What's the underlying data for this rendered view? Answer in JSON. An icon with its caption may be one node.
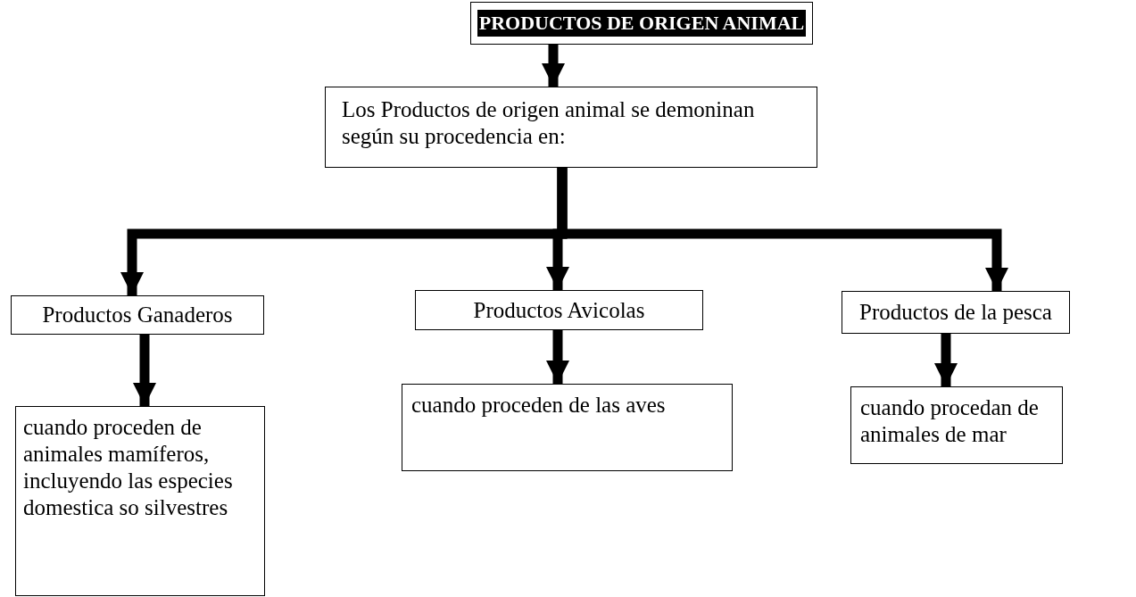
{
  "diagram": {
    "nodes": [
      {
        "text": [
          "PRODUCTOS DE ORIGEN ANIMAL"
        ]
      },
      {
        "text": [
          "Los Productos de origen animal se demoninan según su procedencia en:"
        ]
      },
      {
        "text": [
          "Productos Ganaderos"
        ]
      },
      {
        "text": [
          "Productos Avicolas"
        ]
      },
      {
        "text": [
          "Productos de la pesca"
        ]
      },
      {
        "text": [
          "cuando proceden de animales mamíferos, incluyendo las especies domestica so silvestres"
        ]
      },
      {
        "text": [
          "cuando proceden de las aves"
        ]
      },
      {
        "text": [
          "cuando procedan de animales de mar"
        ]
      }
    ],
    "edges": [
      {
        "from": 0,
        "to": 1,
        "arrow": "to"
      },
      {
        "from": 1,
        "to": 2,
        "arrow": "to"
      },
      {
        "from": 1,
        "to": 3,
        "arrow": "to"
      },
      {
        "from": 1,
        "to": 4,
        "arrow": "to"
      },
      {
        "from": 2,
        "to": 5,
        "arrow": "to"
      },
      {
        "from": 3,
        "to": 6,
        "arrow": "to"
      },
      {
        "from": 4,
        "to": 7,
        "arrow": "to"
      }
    ]
  }
}
